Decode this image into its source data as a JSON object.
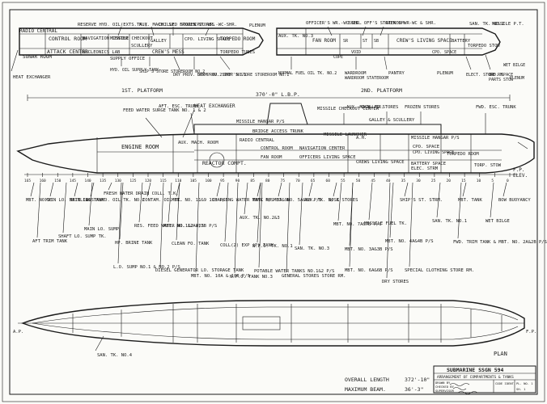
{
  "platform1": {
    "title": "1ST. PLATFORM",
    "labels": [
      "RADIO CENTRAL",
      "SONAR ROOM",
      "CONTROL ROOM",
      "ATTACK CENTER",
      "NAVIGATION CENTER",
      "MISSILE CHECKOUT",
      "NUCLEONICS LAB",
      "SUPPLY OFFICE",
      "RESERVE HYD. OIL(EXTS.TK.)",
      "AUX. MACH. SP.",
      "CHILLED STORES",
      "FROZEN STORES",
      "GALLEY",
      "SCULLERY",
      "CREW'S MESS",
      "CPO. LIVING SPACE",
      "CPO. WR.-WC-SHR.",
      "TORPEDO ROOM",
      "TORPEDO TUBES",
      "PLENUM",
      "HEAT EXCHANGER",
      "HYD. OIL SUPPLY TANK",
      "SHIP'S STORE STOREROOM NO.2",
      "DRY PROV. STRM. NO.2",
      "DRY PROV. STRM. NO.1",
      "SHIP'S STORE STOREROOM NO.1"
    ]
  },
  "platform2": {
    "title": "2ND. PLATFORM",
    "labels": [
      "AUX. TK. NO.3",
      "FAN ROOM",
      "OFFICER'S WR.-WC-SHR.",
      "EXEC. OFF'S STATEROOM",
      "CREW'S WR-WC & SHR.",
      "CREW'S LIVING SPACE",
      "BATTERY",
      "SAN. TK. NO.1",
      "MISSILE P.T.",
      "TORPEDO STOW",
      "WARDROOM",
      "WARDROOM STATEROOM",
      "PANTRY",
      "NORMAL FUEL OIL TK. NO.2",
      "PLENUM",
      "ELECT. STORE RM.",
      "ORD. SPACE",
      "PARTS STOW",
      "WET BILGE",
      "CPO. SPACE",
      "SR",
      "ST",
      "SB",
      "VOID",
      "COPE",
      "PLENUM"
    ]
  },
  "profile": {
    "lbp_label": "370'-0\" L.B.P.",
    "labels": [
      "FEED WATER SURGE TANK NO. 1 & 2",
      "AFT. ESC. TRUNK",
      "HEAT EXCHANGER",
      "MISSILE CHECKOUT CENTER",
      "AUX. MACH. SR.",
      "CHILLED STORES",
      "FROZEN STORES",
      "FWD. ESC. TRUNK",
      "MISSILE HANGAR P/S",
      "BRIDGE ACCESS TRUNK",
      "GALLEY & SCULLERY",
      "ENGINE ROOM",
      "AUX. MACH. ROOM",
      "RADIO CENTRAL",
      "MISSILE LAUNCHER",
      "A.H.",
      "MISSILE HANGAR P/S",
      "REACTOR COMPT.",
      "CONTROL ROOM",
      "NAVIGATION CENTER",
      "CPO. SPACE",
      "CPO. LIVING SPACE",
      "TORPEDO ROOM",
      "FAN ROOM",
      "OFFICERS LIVING SPACE",
      "CREWS LIVING SPACE",
      "BATTERY SPACE",
      "ELEC. STRM",
      "TORP. STOW",
      "F.P.",
      "ELEV."
    ],
    "frames": [
      "165",
      "160",
      "150",
      "145",
      "140",
      "135",
      "130",
      "125",
      "120",
      "115",
      "110",
      "105",
      "100",
      "95",
      "90",
      "85",
      "80",
      "75",
      "70",
      "65",
      "60",
      "55",
      "50",
      "45",
      "40",
      "35",
      "30",
      "25",
      "20",
      "15",
      "10",
      "5",
      "0"
    ]
  },
  "tank_callouts": [
    "MBT. NO.15",
    "MAIN LO. SETTLING TANK",
    "MAIN LO. TK.",
    "RES. HYD. OIL TK. NO.2",
    "FRESH WATER DRAIN COLL. T.K.",
    "CONTAM. OIL TK.",
    "MBT. NO. 11&9 11B P/S",
    "CHARGING WATER TANK P/S",
    "MBT. NO. 3A&9B",
    "MBT. NO. 5A&8B P/S",
    "AUX. TK. NO.1",
    "S/SK STORES",
    "SHIP'S ST. STRM.",
    "MBT. TANK",
    "BOW BUOYANCY",
    "AFT TRIM TANK",
    "SHAFT LO. SUMP TK.",
    "MAIN LO. SUMP",
    "RES. FEED WATER NO.1&2 P/S",
    "MBT. NO. 12A&12B P/S",
    "AUX. TK. NO.2&3",
    "MBT. NO. 7A&7B P/S",
    "MISSILE FUEL TK.",
    "SAN. TK. NO.1",
    "WET BILGE",
    "HP. BRINE TANK",
    "CLEAN FO. TANK",
    "COLL(2) EXP (P) TANK",
    "N.F.O. TK. NO.1",
    "SAN. TK. NO.3",
    "MBT. NO. 3A&3B P/S",
    "MBT. NO. 4A&4B P/S",
    "FWD. TRIM TANK & MBT. NO. 2A&2B P/S",
    "L.O. SUMP NO.1 & NO.2 P/S",
    "DIESEL GENERATOR LO. STORAGE TANK",
    "MBT. NO. 10A & 10B P/S",
    "N.F.O. TANK NO.3",
    "POTABLE WATER TANKS NO.1&2 P/S",
    "GENERAL STORES STORE RM.",
    "MBT. NO. 6A&6B P/S",
    "DRY STORES",
    "SPECIAL CLOTHING STORE RM."
  ],
  "plan": {
    "label": "PLAN",
    "san_tank_label": "SAN. TK. NO.4",
    "ap_label": "A.P.",
    "fp_label": "F.P."
  },
  "dimensions": {
    "overall_length_label": "OVERALL LENGTH",
    "overall_length_value": "372'-10\"",
    "max_beam_label": "MAXIMUM BEAM.",
    "max_beam_value": "36'-3\""
  },
  "title_block": {
    "title": "SUBMARINE SSGN 594",
    "subtitle": "ARRANGEMENT OF COMPARTMENTS & TANKS",
    "drawn_label": "DRAWN BY",
    "checked_label": "CHECKED BY",
    "supervisor_label": "SUPERVISOR",
    "code_ident": "CODE IDENT.",
    "page": "PL. NO. 1",
    "sheet": "SH. 1"
  }
}
